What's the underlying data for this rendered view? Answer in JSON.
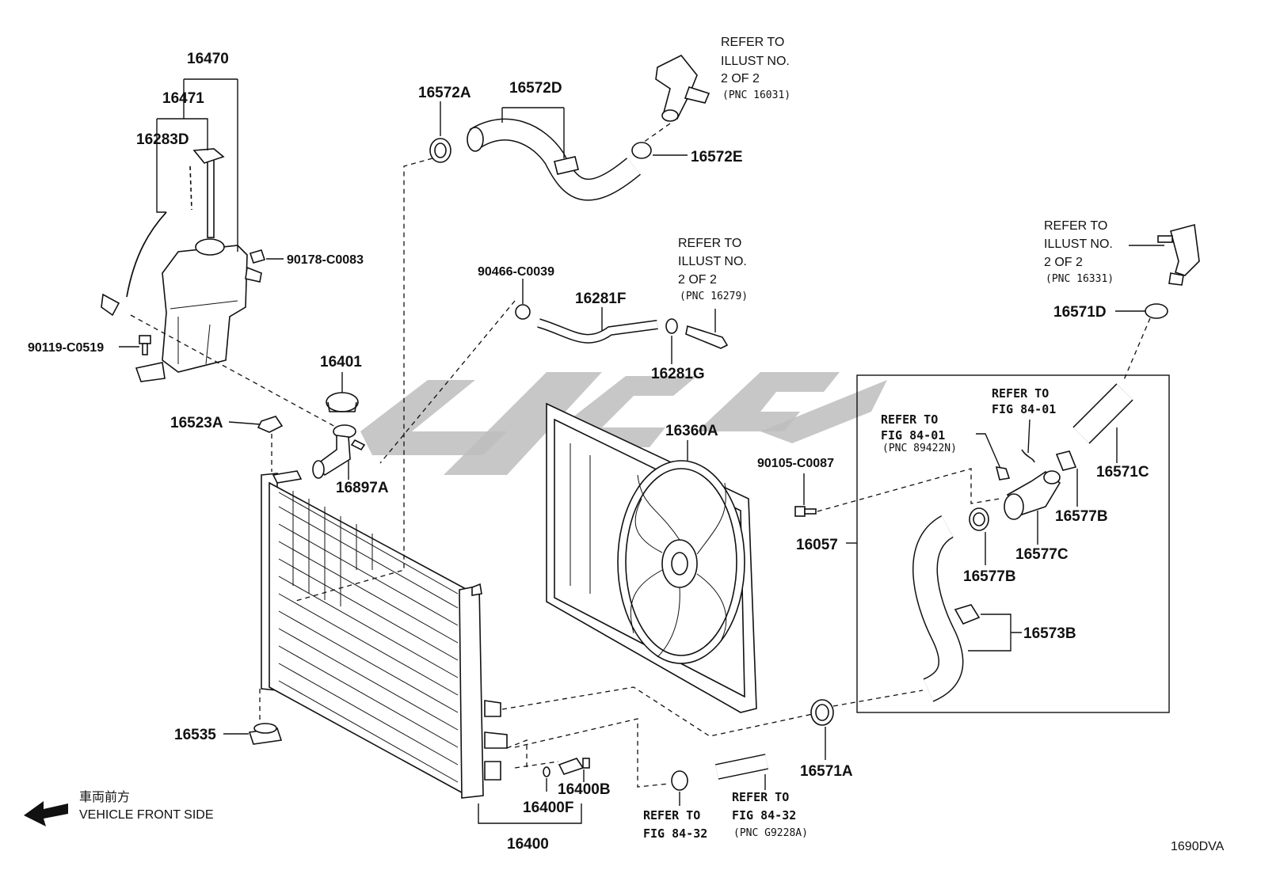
{
  "diagram_code": "1690DVA",
  "vehicle_front": {
    "japanese": "車両前方",
    "english": "VEHICLE FRONT SIDE"
  },
  "labels": {
    "p16470": "16470",
    "p16471": "16471",
    "p16283D": "16283D",
    "p90178": "90178-C0083",
    "p90119": "90119-C0519",
    "p16401": "16401",
    "p16523A": "16523A",
    "p16897A": "16897A",
    "p16535": "16535",
    "p16572A": "16572A",
    "p16572D": "16572D",
    "p16572E": "16572E",
    "p90466": "90466-C0039",
    "p16281F": "16281F",
    "p16281G": "16281G",
    "p16360A": "16360A",
    "p90105": "90105-C0087",
    "p16057": "16057",
    "p16571D": "16571D",
    "p16571C": "16571C",
    "p16577B_top": "16577B",
    "p16577B_bot": "16577B",
    "p16577C": "16577C",
    "p16573B": "16573B",
    "p16571A": "16571A",
    "p16400B": "16400B",
    "p16400F": "16400F",
    "p16400": "16400"
  },
  "refs": {
    "thermostat": [
      "REFER TO",
      "ILLUST NO.",
      "2 OF 2",
      "(PNC 16031)"
    ],
    "hose16279": [
      "REFER TO",
      "ILLUST NO.",
      "2 OF 2",
      "(PNC 16279)"
    ],
    "pnc16331": [
      "REFER TO",
      "ILLUST NO.",
      "2 OF 2",
      "(PNC 16331)"
    ],
    "fig8401a": [
      "REFER TO",
      "FIG 84-01",
      "(PNC 89422N)"
    ],
    "fig8401b": [
      "REFER TO",
      "FIG 84-01"
    ],
    "fig8432a": [
      "REFER TO",
      "FIG 84-32"
    ],
    "fig8432b": [
      "REFER TO",
      "FIG 84-32",
      "(PNC G9228A)"
    ]
  }
}
